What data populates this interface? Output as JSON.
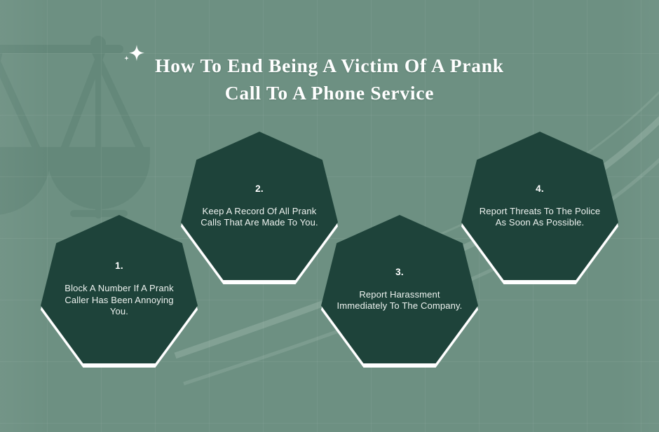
{
  "page": {
    "background_color": "#6d9082",
    "card_color": "#1e433a",
    "card_outline_color": "#ffffff",
    "text_color": "#ffffff"
  },
  "header": {
    "title_line_1": "How To End Being A Victim Of A Prank",
    "title_line_2": "Call To A Phone Service",
    "sparkle_icon": "sparkle-icon"
  },
  "background_art": {
    "watermark_icon": "scales-of-justice-icon",
    "accent_icon": "curved-lines-icon",
    "grid": "grid-lines"
  },
  "steps": [
    {
      "number": "1.",
      "text": "Block A Number If A Prank Caller Has Been Annoying You."
    },
    {
      "number": "2.",
      "text": "Keep A Record Of All Prank Calls That Are Made To You."
    },
    {
      "number": "3.",
      "text": "Report Harassment Immediately To The Company."
    },
    {
      "number": "4.",
      "text": "Report Threats To The Police As Soon As Possible."
    }
  ]
}
